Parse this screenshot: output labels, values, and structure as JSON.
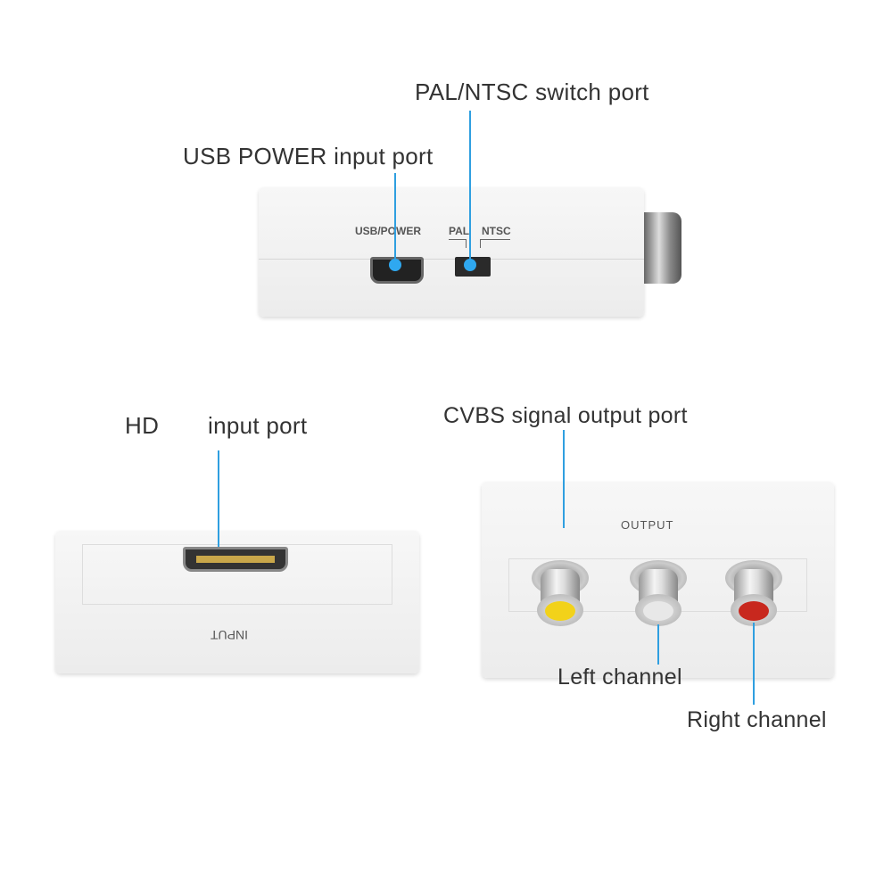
{
  "labels": {
    "pal_ntsc_switch_port": "PAL/NTSC switch port",
    "usb_power_input_port": "USB POWER input port",
    "hd": "HD",
    "input_port": "input port",
    "cvbs_output_port": "CVBS signal output port",
    "left_channel": "Left channel",
    "right_channel": "Right channel"
  },
  "device_markings": {
    "usb_power": "USB/POWER",
    "pal": "PAL",
    "ntsc": "NTSC",
    "input": "INPUT",
    "output": "OUTPUT"
  },
  "colors": {
    "callout_line": "#2f9fe0",
    "yellow_jack": "#f2d21a",
    "white_jack": "#e8e8e8",
    "red_jack": "#c8281e"
  }
}
